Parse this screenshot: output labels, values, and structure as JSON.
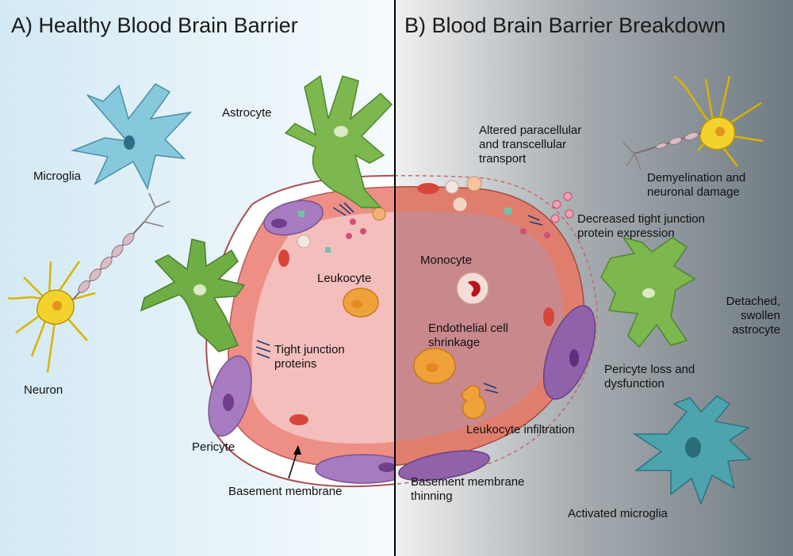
{
  "panel_a": {
    "title": "A) Healthy Blood Brain Barrier",
    "labels": {
      "astrocyte": "Astrocyte",
      "microglia": "Microglia",
      "neuron": "Neuron",
      "leukocyte": "Leukocyte",
      "tight_junction_1": "Tight junction",
      "tight_junction_2": "proteins",
      "pericyte": "Pericyte",
      "basement_membrane": "Basement membrane"
    }
  },
  "panel_b": {
    "title": "B) Blood Brain Barrier Breakdown",
    "labels": {
      "altered_1": "Altered paracellular",
      "altered_2": "and transcellular",
      "altered_3": "transport",
      "demyelination_1": "Demyelination and",
      "demyelination_2": "neuronal damage",
      "decreased_1": "Decreased tight junction",
      "decreased_2": "protein expression",
      "monocyte": "Monocyte",
      "detached_1": "Detached,",
      "detached_2": "swollen",
      "detached_3": "astrocyte",
      "endothelial_1": "Endothelial cell",
      "endothelial_2": "shrinkage",
      "pericyte_loss_1": "Pericyte loss and",
      "pericyte_loss_2": "dysfunction",
      "leukocyte_infiltration": "Leukocyte infiltration",
      "basement_thinning_1": "Basement membrane",
      "basement_thinning_2": "thinning",
      "activated_microglia": "Activated microglia"
    }
  },
  "colors": {
    "panel_a_background": "#dbedf6",
    "panel_b_background": "#7f8a91",
    "vessel_lumen": "#f2b7b5",
    "endothelium": "#ee8f86",
    "pericyte": "#a77bbf",
    "astrocyte": "#7cb84d",
    "microglia": "#86c9dc",
    "activated_microglia": "#4da3ae",
    "neuron": "#f3d22e",
    "leukocyte": "#f0a23a"
  }
}
